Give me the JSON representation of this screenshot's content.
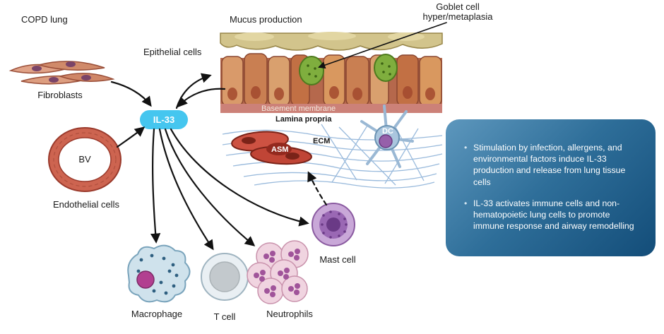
{
  "figure": {
    "copd_lung": "COPD lung",
    "mucus_production": "Mucus production",
    "goblet_line1": "Goblet cell",
    "goblet_line2": "hyper/metaplasia",
    "epithelial_cells": "Epithelial cells",
    "fibroblasts": "Fibroblasts",
    "bv": "BV",
    "endothelial_cells": "Endothelial cells",
    "il33": "IL-33",
    "basement_membrane": "Basement membrane",
    "lamina_propria": "Lamina propria",
    "ecm": "ECM",
    "asm": "ASM",
    "dc": "DC",
    "mast_cell": "Mast cell",
    "macrophage": "Macrophage",
    "t_cell": "T cell",
    "neutrophils": "Neutrophils"
  },
  "info_box": {
    "bullets": [
      "Stimulation by infection, allergens, and environmental factors induce IL-33 production and release from lung tissue cells",
      "IL-33 activates immune cells and non-hematopoietic lung cells to promote immune response and airway remodelling"
    ]
  },
  "colors": {
    "il33_pill": "#45c6ef",
    "info_box_gradient_start": "#5d97bd",
    "info_box_gradient_end": "#134d79",
    "arrow": "#111111",
    "goblet_green": "#7fae3e",
    "asm_red": "#c8493a",
    "ecm_fiber_blue": "#8fb3d9"
  }
}
